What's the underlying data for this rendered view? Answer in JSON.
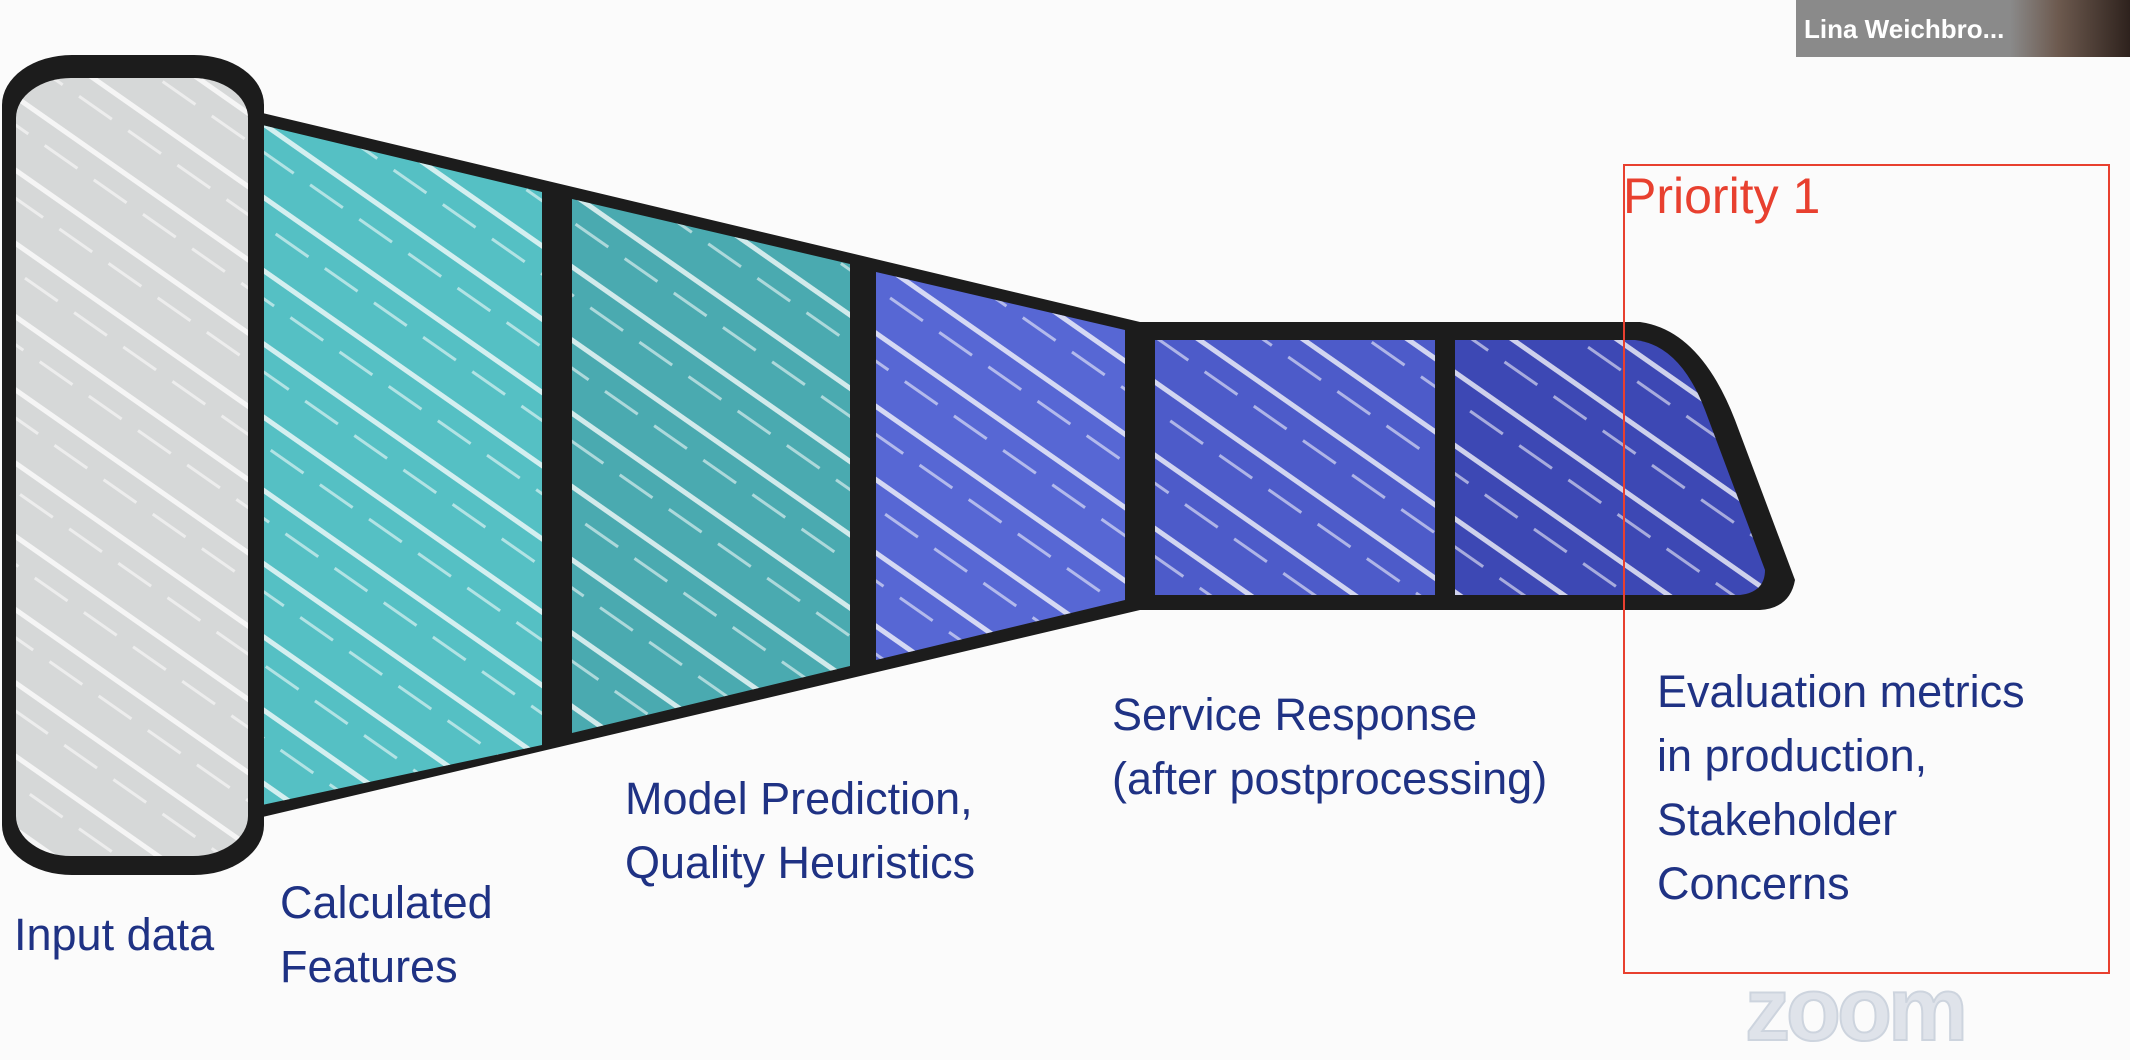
{
  "meeting": {
    "participant_name": "Lina Weichbro...",
    "watermark": "zoom"
  },
  "slide": {
    "priority_label": "Priority 1",
    "stages": [
      {
        "lines": [
          "Input data"
        ],
        "color": "#d6d8d8"
      },
      {
        "lines": [
          "Calculated",
          "Features"
        ],
        "color": "#55c0c4"
      },
      {
        "lines": [
          "Model Prediction,",
          "Quality Heuristics"
        ],
        "color": "#4aaab0"
      },
      {
        "lines": [
          "Service Response",
          "(after postprocessing)"
        ],
        "color": "#5767d4"
      },
      {
        "lines": [
          "Evaluation metrics",
          "in production,",
          "Stakeholder",
          "Concerns"
        ],
        "color": "#3d48b4"
      }
    ],
    "colors": {
      "outline": "#1c1c1c",
      "text": "#1f3284",
      "priority": "#e8402f"
    }
  }
}
